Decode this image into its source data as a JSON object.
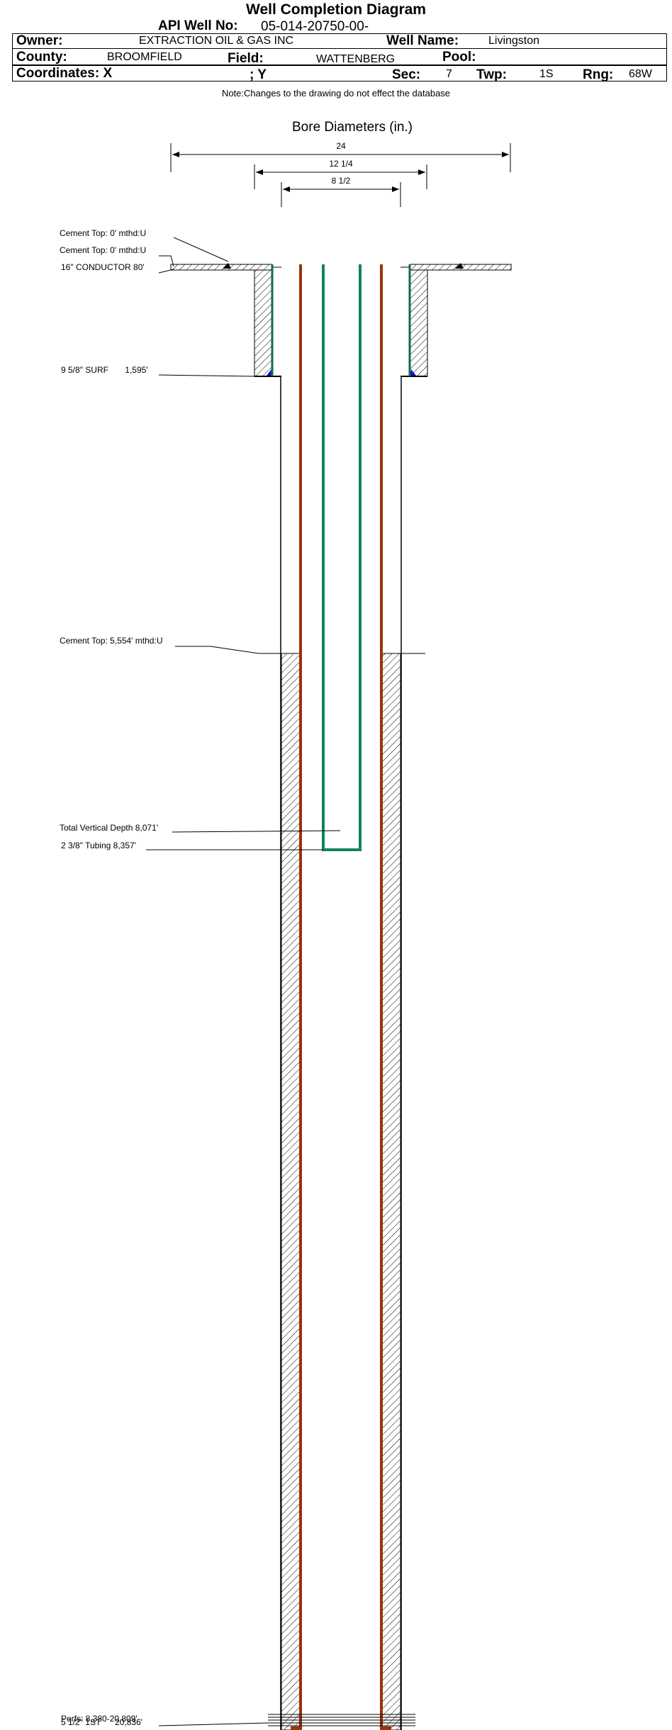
{
  "header": {
    "title": "Well Completion Diagram",
    "api_label": "API Well No:",
    "api_value": "05-014-20750-00-",
    "owner_label": "Owner:",
    "owner_value": "EXTRACTION OIL & GAS INC",
    "well_name_label": "Well Name:",
    "well_name_value": "Livingston",
    "county_label": "County:",
    "county_value": "BROOMFIELD",
    "field_label": "Field:",
    "field_value": "WATTENBERG",
    "pool_label": "Pool:",
    "pool_value": "",
    "coord_label": "Coordinates: X",
    "coord_y_label": "; Y",
    "sec_label": "Sec:",
    "sec_value": "7",
    "twp_label": "Twp:",
    "twp_value": "1S",
    "rng_label": "Rng:",
    "rng_value": "68W"
  },
  "note": "Note:Changes to the drawing do not effect the database",
  "diagram": {
    "title": "Bore Diameters (in.)",
    "dim_outer": "24",
    "dim_middle": "12 1/4",
    "dim_inner": "8 1/2",
    "labels": {
      "cement_top_1": "Cement Top: 0' mthd:U",
      "cement_top_2": "Cement Top: 0' mthd:U",
      "conductor": "16\" CONDUCTOR  80'",
      "surf_casing": "9 5/8\" SURF       1,595'",
      "cement_top_3": "Cement Top: 5,554' mthd:U",
      "tvd": "Total Vertical Depth 8,071'",
      "tubing": "2 3/8\" Tubing 8,357'",
      "perfs": "Perfs: 8,380-20,809'",
      "prod_casing": "5 1/2\" 1ST      20,836'"
    },
    "colors": {
      "casing": "#9b3208",
      "tubing": "#128455",
      "surface_casing": "#0e6b50",
      "cement_marker": "#1010cc"
    }
  }
}
